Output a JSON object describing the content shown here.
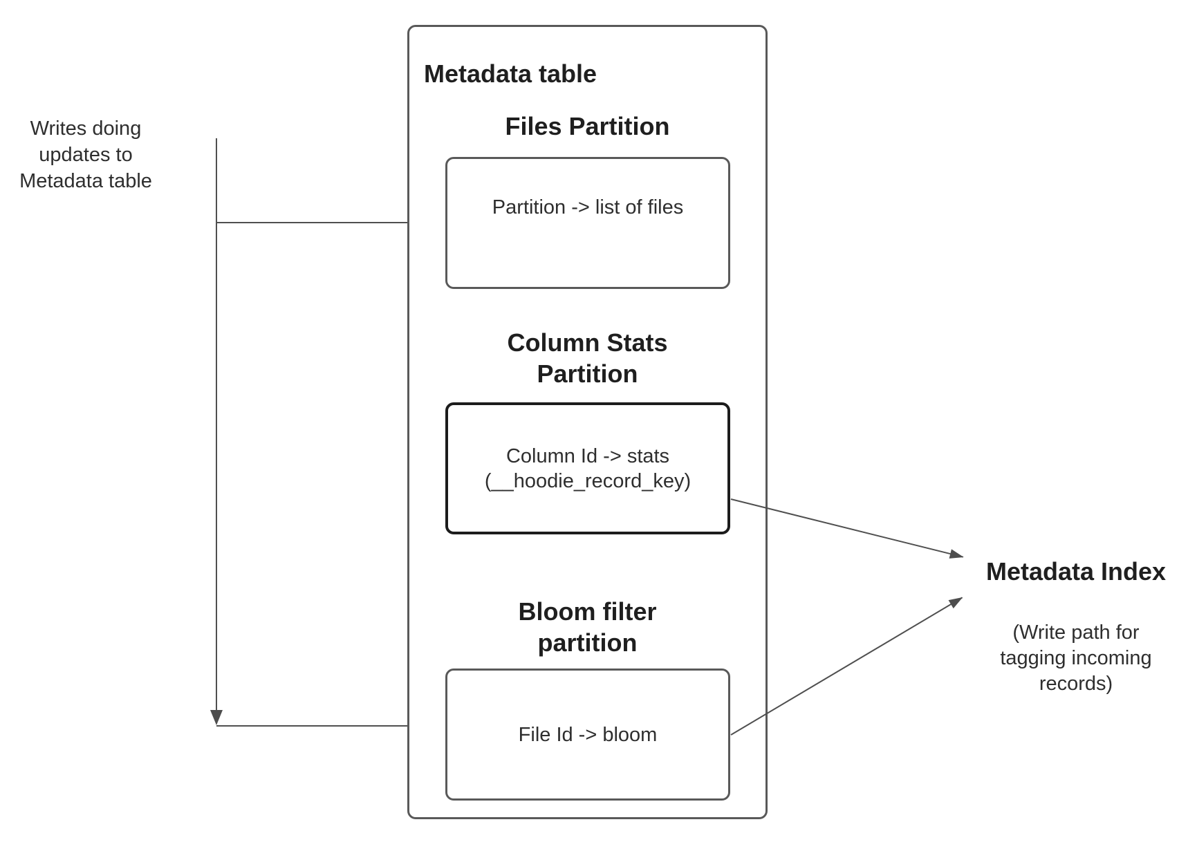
{
  "diagram": {
    "left_note": "Writes doing\nupdates to\nMetadata table",
    "metadata_table": {
      "title": "Metadata table",
      "sections": [
        {
          "heading": "Files Partition",
          "box_text": "Partition -> list of files"
        },
        {
          "heading": "Column Stats\nPartition",
          "box_text": "Column Id  -> stats\n(__hoodie_record_key)"
        },
        {
          "heading": "Bloom filter\npartition",
          "box_text": "File Id -> bloom"
        }
      ]
    },
    "metadata_index": {
      "title": "Metadata Index",
      "subtitle": "(Write path for\ntagging incoming\nrecords)"
    },
    "colors": {
      "box_border": "#595959",
      "highlight_border": "#1c1c1c",
      "line": "#4f4f4f",
      "text": "#2e2e2e",
      "heading_text": "#1f1f1f"
    }
  }
}
